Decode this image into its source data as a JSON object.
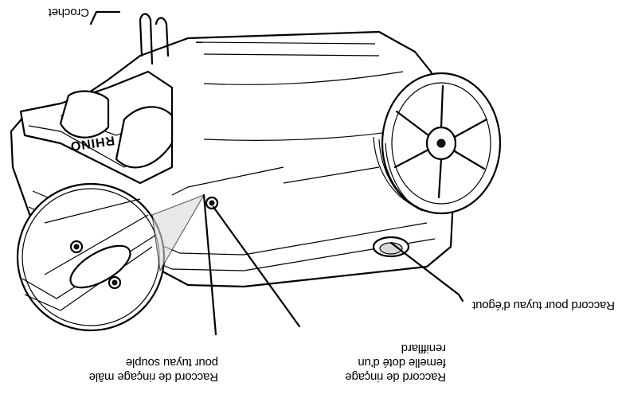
{
  "brand_text": "RHINO",
  "labels": {
    "hook": "Crochet",
    "sewer_hose": "Raccord pour tuyau d'égout",
    "female_rinse": [
      "Raccord de rinçage",
      "femelle doté d'un",
      "renifflard"
    ],
    "male_rinse": [
      "Raccord de rinçage mâle",
      "pour tuyau souple"
    ]
  },
  "colors": {
    "line": "#000000",
    "background": "#ffffff",
    "fill_light": "#ffffff",
    "shade": "#d9d9d9"
  }
}
